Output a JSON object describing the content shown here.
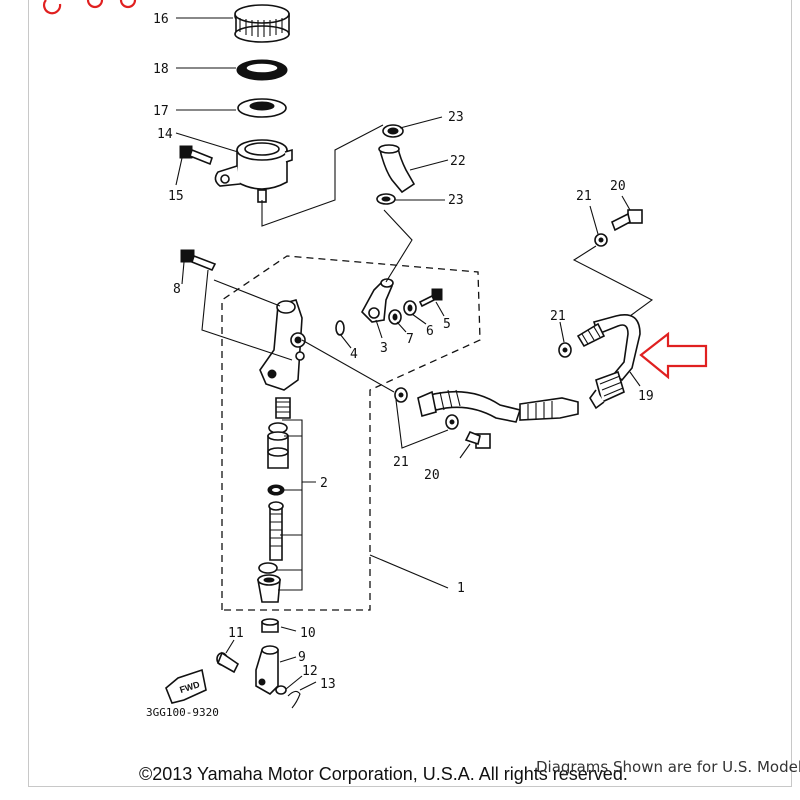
{
  "callouts": {
    "c1": "1",
    "c2": "2",
    "c3": "3",
    "c4": "4",
    "c5": "5",
    "c6": "6",
    "c7": "7",
    "c8": "8",
    "c9": "9",
    "c10": "10",
    "c11": "11",
    "c12": "12",
    "c13": "13",
    "c14": "14",
    "c15": "15",
    "c16": "16",
    "c17": "17",
    "c18": "18",
    "c19": "19",
    "c20a": "20",
    "c20b": "20",
    "c21a": "21",
    "c21b": "21",
    "c21c": "21",
    "c22": "22",
    "c23a": "23",
    "c23b": "23"
  },
  "diagram_code": "3GG100-9320",
  "fwd_label": "FWD",
  "footer": {
    "copyright": "©2013 Yamaha Motor Corporation, U.S.A. All rights reserved.",
    "models_note": "Diagrams Shown are for U.S. Models"
  },
  "colors": {
    "highlight_arrow": "#e02020",
    "line": "#111111"
  }
}
